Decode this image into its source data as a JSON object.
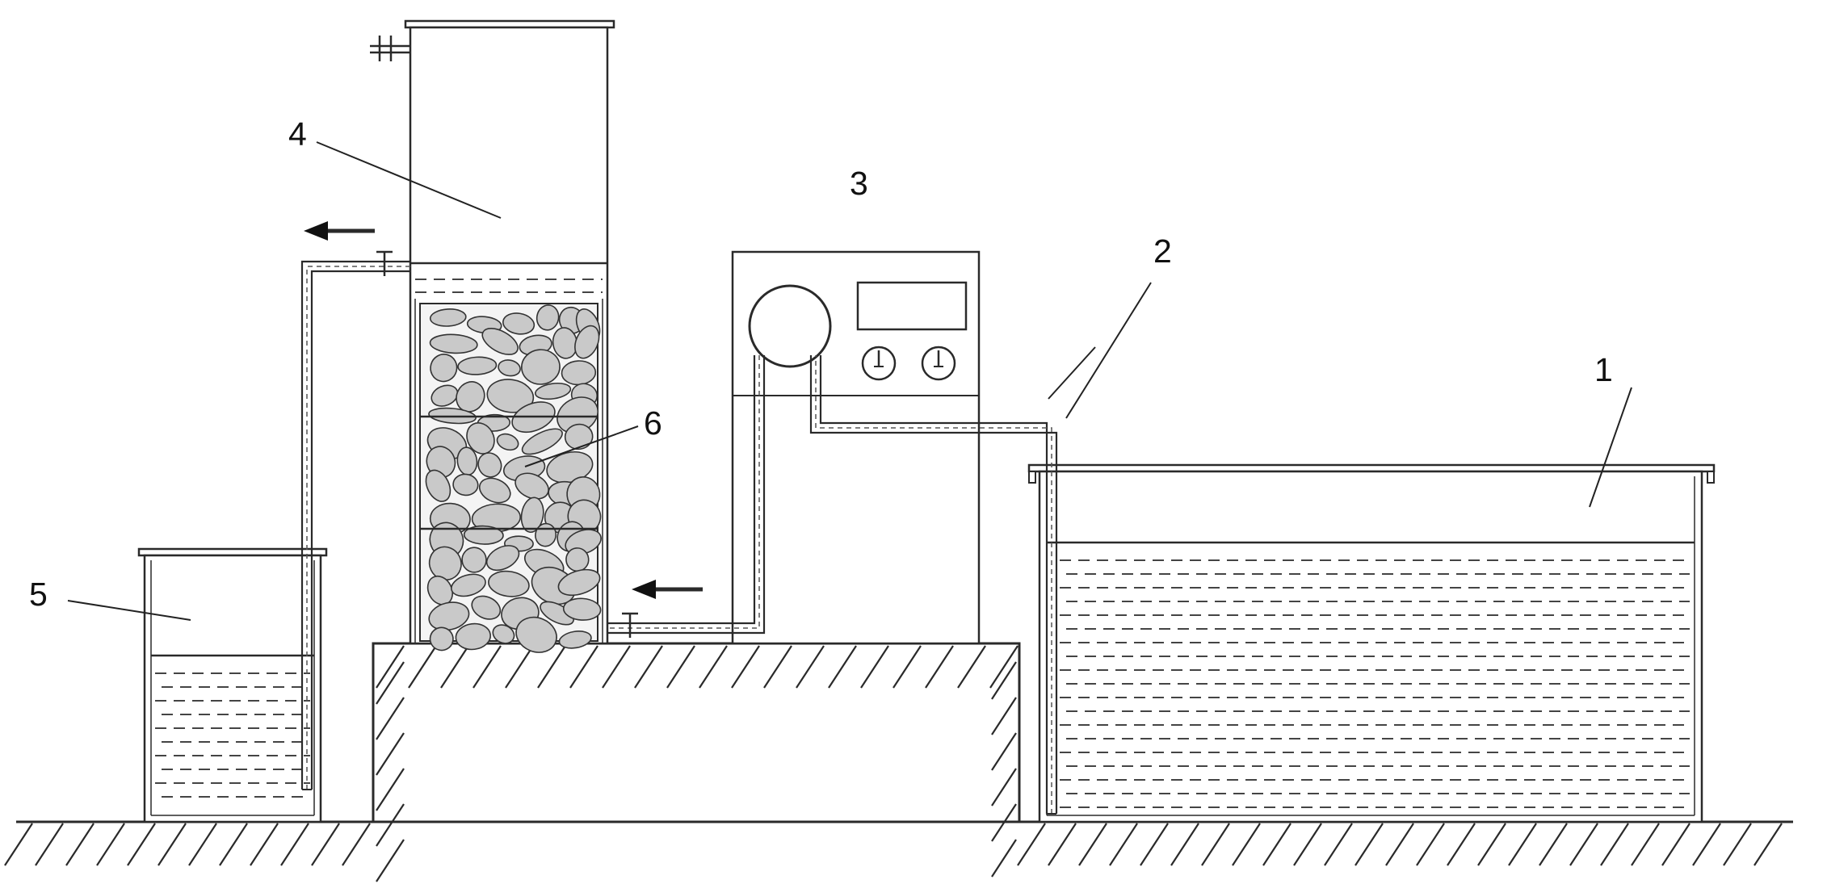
{
  "diagram": {
    "labels": {
      "tank": "1",
      "inlet_hose": "2",
      "pump": "3",
      "column": "4",
      "collector": "5",
      "filter_media": "6"
    }
  }
}
